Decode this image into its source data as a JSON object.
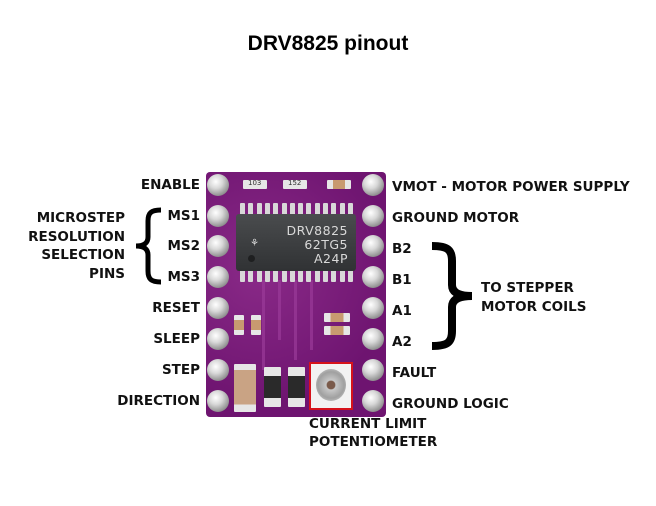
{
  "title": "DRV8825 pinout",
  "chip": {
    "line1": "DRV8825",
    "line2": "62TG5",
    "line3": "A24P"
  },
  "resistor_codes": [
    "103",
    "152"
  ],
  "left_pins": [
    "ENABLE",
    "MS1",
    "MS2",
    "MS3",
    "RESET",
    "SLEEP",
    "STEP",
    "DIRECTION"
  ],
  "right_pins": [
    "VMOT - MOTOR POWER SUPPLY",
    "GROUND MOTOR",
    "B2",
    "B1",
    "A1",
    "A2",
    "FAULT",
    "GROUND LOGIC"
  ],
  "groups": {
    "microstep": [
      "MICROSTEP",
      "RESOLUTION",
      "SELECTION",
      "PINS"
    ],
    "coils": [
      "TO STEPPER",
      "MOTOR COILS"
    ],
    "potentiometer": [
      "CURRENT LIMIT",
      "POTENTIOMETER"
    ]
  },
  "colors": {
    "board": "#7a1c78",
    "highlight": "#d6121b",
    "text": "#111111"
  }
}
